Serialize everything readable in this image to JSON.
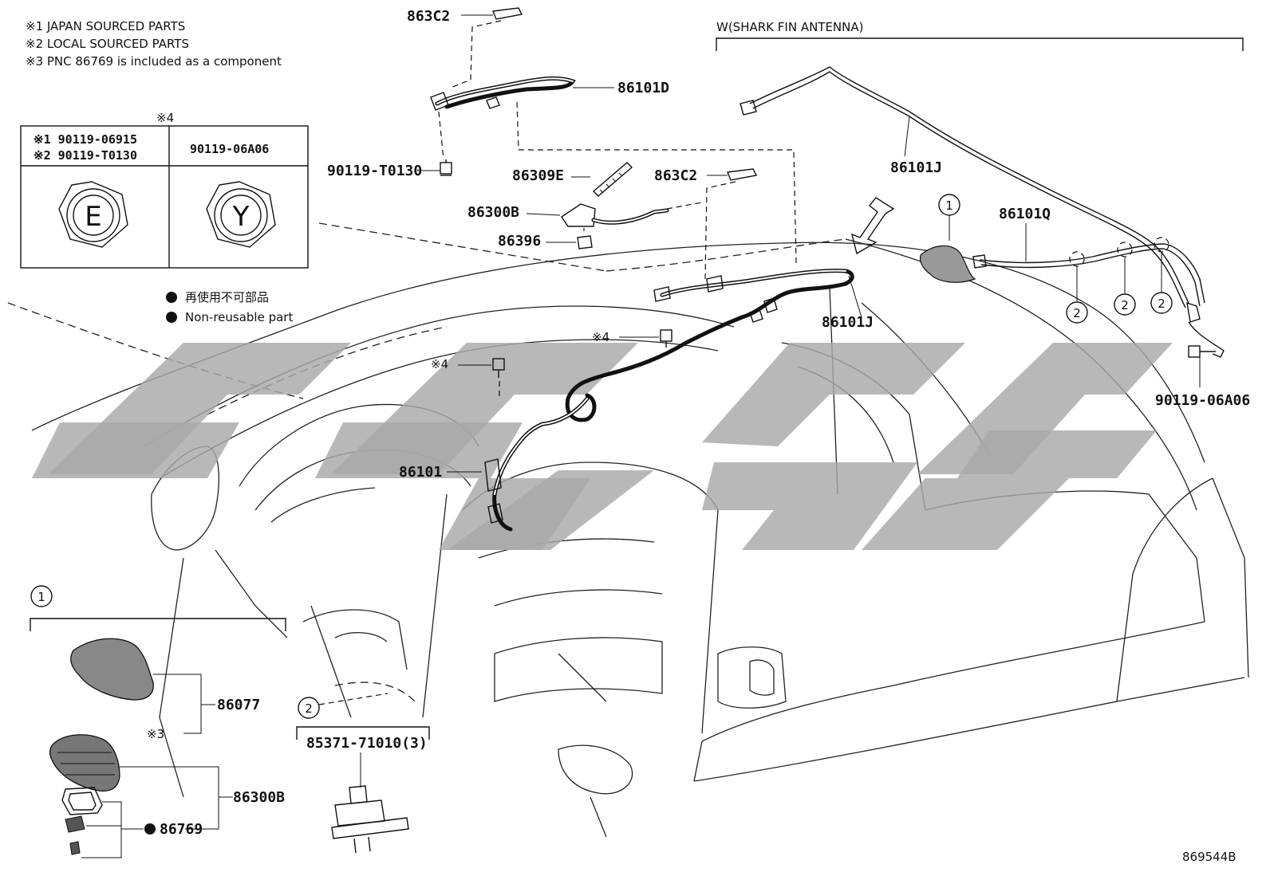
{
  "notes": {
    "n1": "※1 JAPAN SOURCED PARTS",
    "n2": "※2 LOCAL SOURCED PARTS",
    "n3": "※3 PNC 86769 is included as a component"
  },
  "bolt_table": {
    "header": "※4",
    "col1_line1": "※1 90119-06915",
    "col1_line2": "※2 90119-T0130",
    "col2": "90119-06A06",
    "mark1": "E",
    "mark2": "Y"
  },
  "legend": {
    "jp": "再使用不可部品",
    "en": "Non-reusable part"
  },
  "section_header": "W(SHARK FIN ANTENNA)",
  "parts": {
    "p863C2_top": "863C2",
    "p86101D": "86101D",
    "p90119T0130": "90119-T0130",
    "p86309E": "86309E",
    "p863C2_mid": "863C2",
    "p86300B_top": "86300B",
    "p86396": "86396",
    "p86101J_top": "86101J",
    "p86101Q": "86101Q",
    "p86101J_mid": "86101J",
    "p90119_06A06": "90119-06A06",
    "star4_a": "※4",
    "star4_b": "※4",
    "p86101": "86101",
    "p86077": "86077",
    "star3": "※3",
    "p86300B_bot": "86300B",
    "p86769": "86769",
    "p85371": "85371-71010(3)"
  },
  "callouts": {
    "c1": "1",
    "c2": "2",
    "c1_box": "1",
    "c2_box": "2",
    "c2_a": "2",
    "c2_b": "2",
    "c2_c": "2"
  },
  "diagram_id": "869544B",
  "watermark_color": "#a8a8a8"
}
